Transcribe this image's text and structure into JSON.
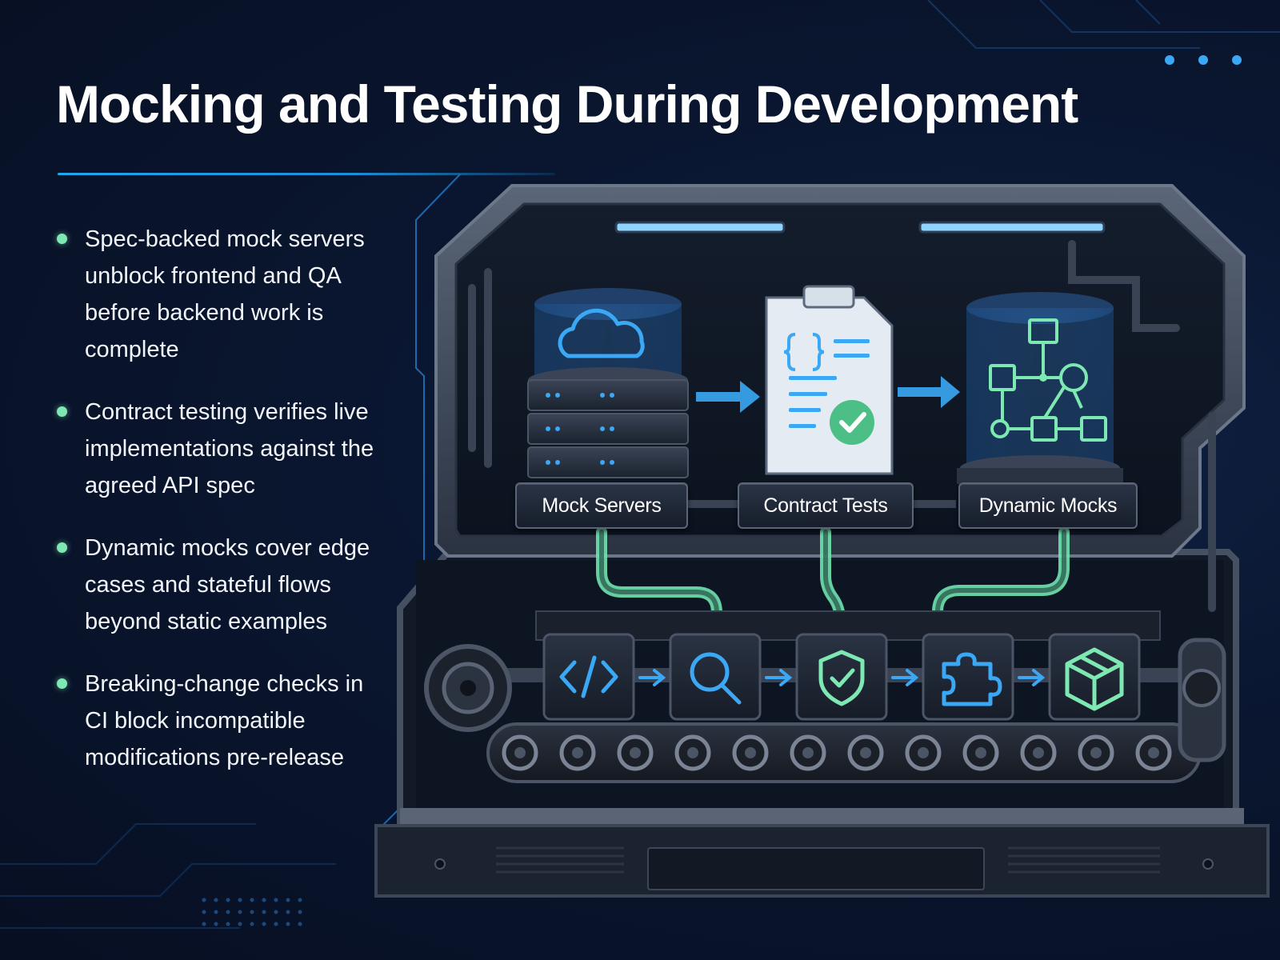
{
  "title": "Mocking and Testing During Development",
  "bullets": [
    "Spec-backed mock servers unblock frontend and QA before backend work is complete",
    "Contract testing verifies live implementations against the agreed API spec",
    "Dynamic mocks cover edge cases and stateful flows beyond static examples",
    "Breaking-change checks in CI block incompatible modifications pre-release"
  ],
  "stages": [
    {
      "label": "Mock Servers",
      "icon": "cloud-server-icon"
    },
    {
      "label": "Contract Tests",
      "icon": "clipboard-check-icon"
    },
    {
      "label": "Dynamic Mocks",
      "icon": "flowchart-icon"
    }
  ],
  "conveyor_steps": [
    {
      "icon": "code-icon"
    },
    {
      "icon": "magnifier-icon"
    },
    {
      "icon": "shield-check-icon"
    },
    {
      "icon": "puzzle-icon"
    },
    {
      "icon": "box-icon"
    }
  ],
  "colors": {
    "background": "#0a1630",
    "accent_blue": "#3aa8f5",
    "accent_green": "#7ee8b3",
    "frame": "#4b5566"
  }
}
